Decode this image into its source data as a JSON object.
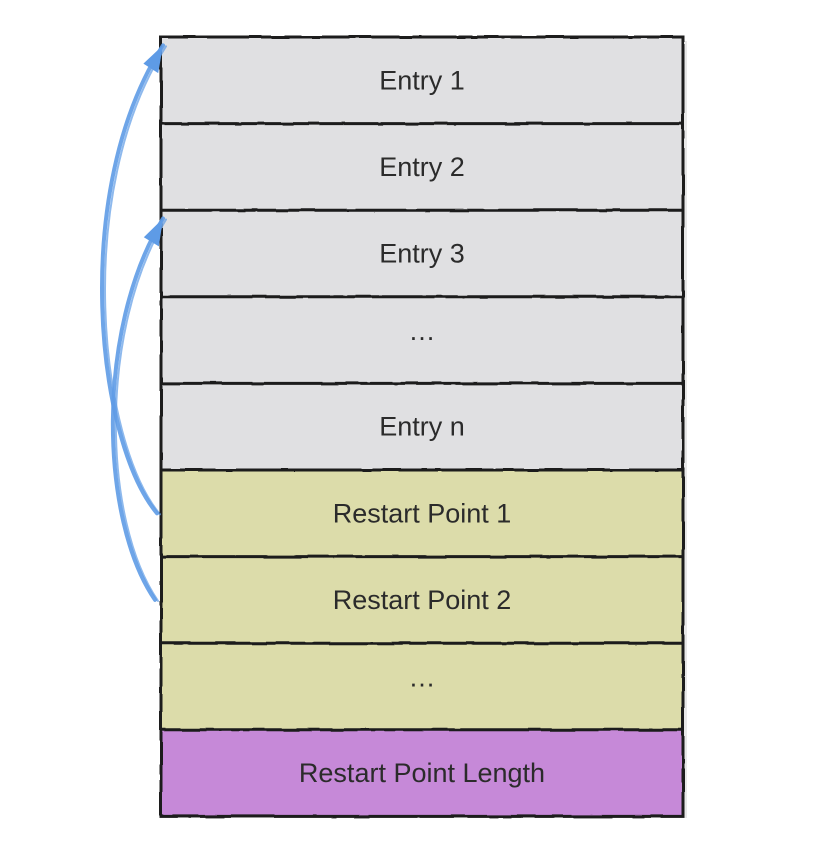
{
  "rows": [
    {
      "label": "Entry 1",
      "kind": "entry"
    },
    {
      "label": "Entry 2",
      "kind": "entry"
    },
    {
      "label": "Entry 3",
      "kind": "entry"
    },
    {
      "label": "…",
      "kind": "entry"
    },
    {
      "label": "Entry n",
      "kind": "entry"
    },
    {
      "label": "Restart Point 1",
      "kind": "restart"
    },
    {
      "label": "Restart Point 2",
      "kind": "restart"
    },
    {
      "label": "…",
      "kind": "restart"
    },
    {
      "label": "Restart Point Length",
      "kind": "length"
    }
  ],
  "colors": {
    "entry": "#e0e0e2",
    "restart": "#dcdcaa",
    "length": "#c689d8",
    "border": "#1c1c1c",
    "arrow": "#5e9be6"
  },
  "arrows": [
    {
      "from": "Restart Point 1",
      "to": "Entry 1"
    },
    {
      "from": "Restart Point 2",
      "to": "Entry 3"
    }
  ]
}
